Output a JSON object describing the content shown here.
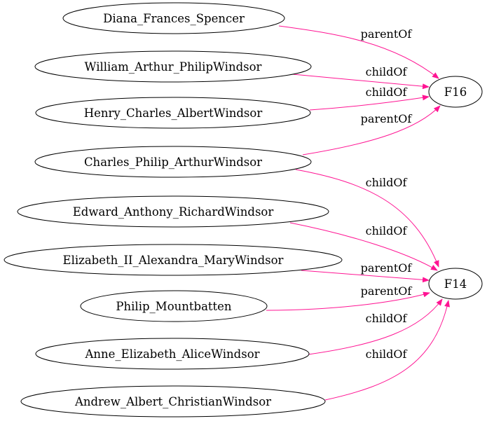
{
  "colors": {
    "edge": "#ff1493",
    "node_stroke": "#000000",
    "background": "#ffffff"
  },
  "nodes": {
    "diana": "Diana_Frances_Spencer",
    "william": "William_Arthur_PhilipWindsor",
    "henry": "Henry_Charles_AlbertWindsor",
    "charles": "Charles_Philip_ArthurWindsor",
    "edward": "Edward_Anthony_RichardWindsor",
    "elizabeth": "Elizabeth_II_Alexandra_MaryWindsor",
    "philip": "Philip_Mountbatten",
    "anne": "Anne_Elizabeth_AliceWindsor",
    "andrew": "Andrew_Albert_ChristianWindsor",
    "f16": "F16",
    "f14": "F14"
  },
  "edges": [
    {
      "from": "diana",
      "to": "f16",
      "label": "parentOf"
    },
    {
      "from": "william",
      "to": "f16",
      "label": "childOf"
    },
    {
      "from": "henry",
      "to": "f16",
      "label": "childOf"
    },
    {
      "from": "charles",
      "to": "f16",
      "label": "parentOf"
    },
    {
      "from": "charles",
      "to": "f14",
      "label": "childOf"
    },
    {
      "from": "edward",
      "to": "f14",
      "label": "childOf"
    },
    {
      "from": "elizabeth",
      "to": "f14",
      "label": "parentOf"
    },
    {
      "from": "philip",
      "to": "f14",
      "label": "parentOf"
    },
    {
      "from": "anne",
      "to": "f14",
      "label": "childOf"
    },
    {
      "from": "andrew",
      "to": "f14",
      "label": "childOf"
    }
  ]
}
